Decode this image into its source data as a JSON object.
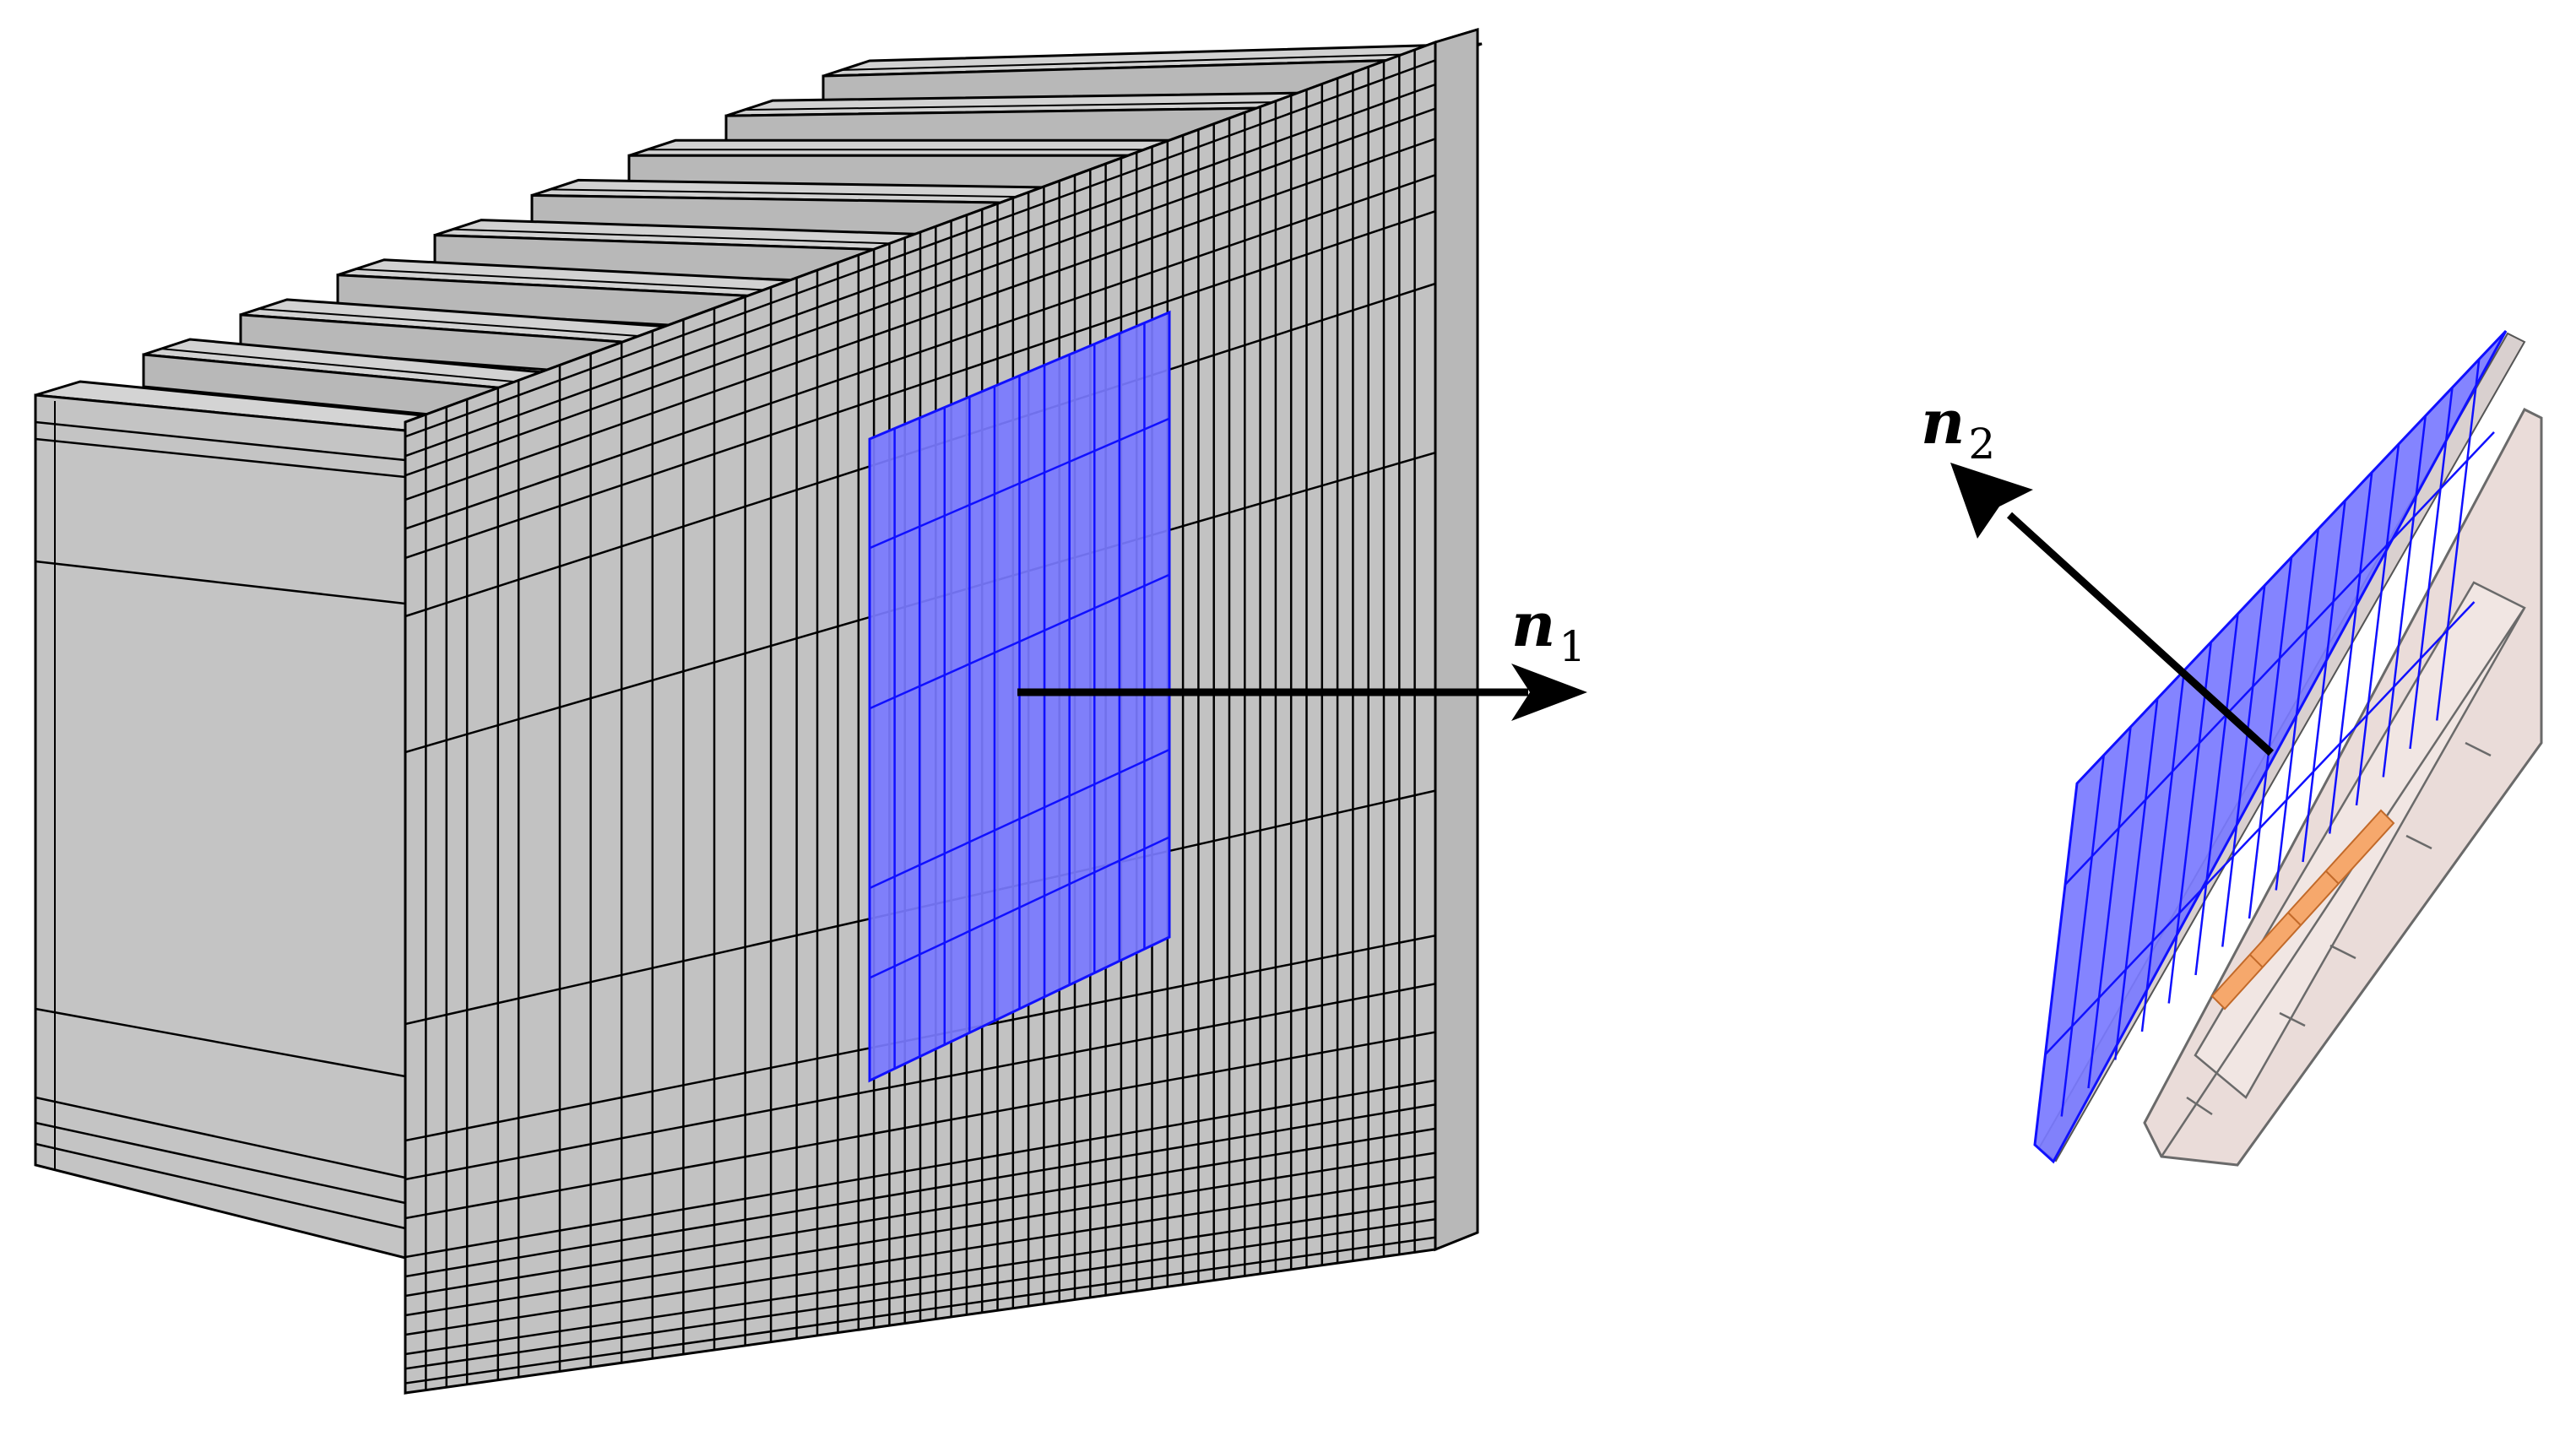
{
  "labels": {
    "n1": {
      "base": "n",
      "sub": "1"
    },
    "n2": {
      "base": "n",
      "sub": "2"
    }
  },
  "colors": {
    "mesh_face": "#c0c0c0",
    "mesh_side": "#b4b4b4",
    "mesh_top": "#d2d2d2",
    "mesh_line": "#000000",
    "highlight_surface": "#7a7aff",
    "highlight_line": "#1010ff",
    "pink_body": "#eadcd9",
    "orange_cells": "#f6a86c",
    "arrow": "#000000",
    "background": "#ffffff"
  },
  "icons": {
    "arrow_n1": "arrow-right-icon",
    "arrow_n2": "arrow-up-left-icon"
  }
}
